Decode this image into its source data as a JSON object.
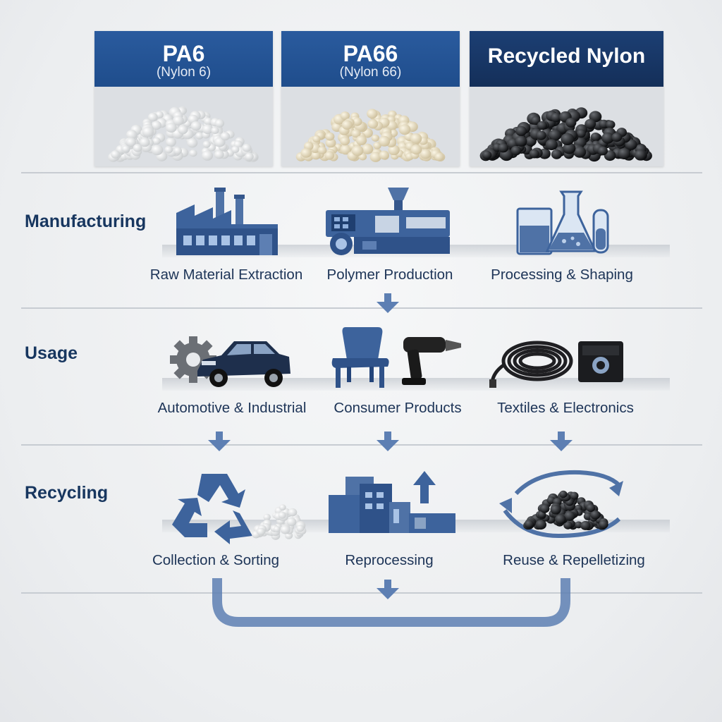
{
  "colors": {
    "navy": "#1f4d8c",
    "dark_navy": "#173a6a",
    "slate": "#4f72a6",
    "text": "#1d3457"
  },
  "materials": [
    {
      "title": "PA6",
      "subtitle": "(Nylon 6)"
    },
    {
      "title": "PA66",
      "subtitle": "(Nylon 66)"
    },
    {
      "title": "Recycled Nylon",
      "subtitle": ""
    }
  ],
  "stages": [
    {
      "label": "Manufacturing",
      "steps": [
        {
          "caption": "Raw Material Extraction",
          "icon": "factory-icon"
        },
        {
          "caption": "Polymer Production",
          "icon": "extruder-machine-icon"
        },
        {
          "caption": "Processing & Shaping",
          "icon": "lab-glassware-icon"
        }
      ]
    },
    {
      "label": "Usage",
      "steps": [
        {
          "caption": "Automotive & Industrial",
          "icon": "car-gear-icon"
        },
        {
          "caption": "Consumer Products",
          "icon": "chair-tool-icon"
        },
        {
          "caption": "Textiles & Electronics",
          "icon": "cable-electronics-icon"
        }
      ]
    },
    {
      "label": "Recycling",
      "steps": [
        {
          "caption": "Collection & Sorting",
          "icon": "recycle-pellets-icon"
        },
        {
          "caption": "Reprocessing",
          "icon": "recycling-plant-icon"
        },
        {
          "caption": "Reuse & Repelletizing",
          "icon": "pellet-cycle-icon"
        }
      ]
    }
  ]
}
